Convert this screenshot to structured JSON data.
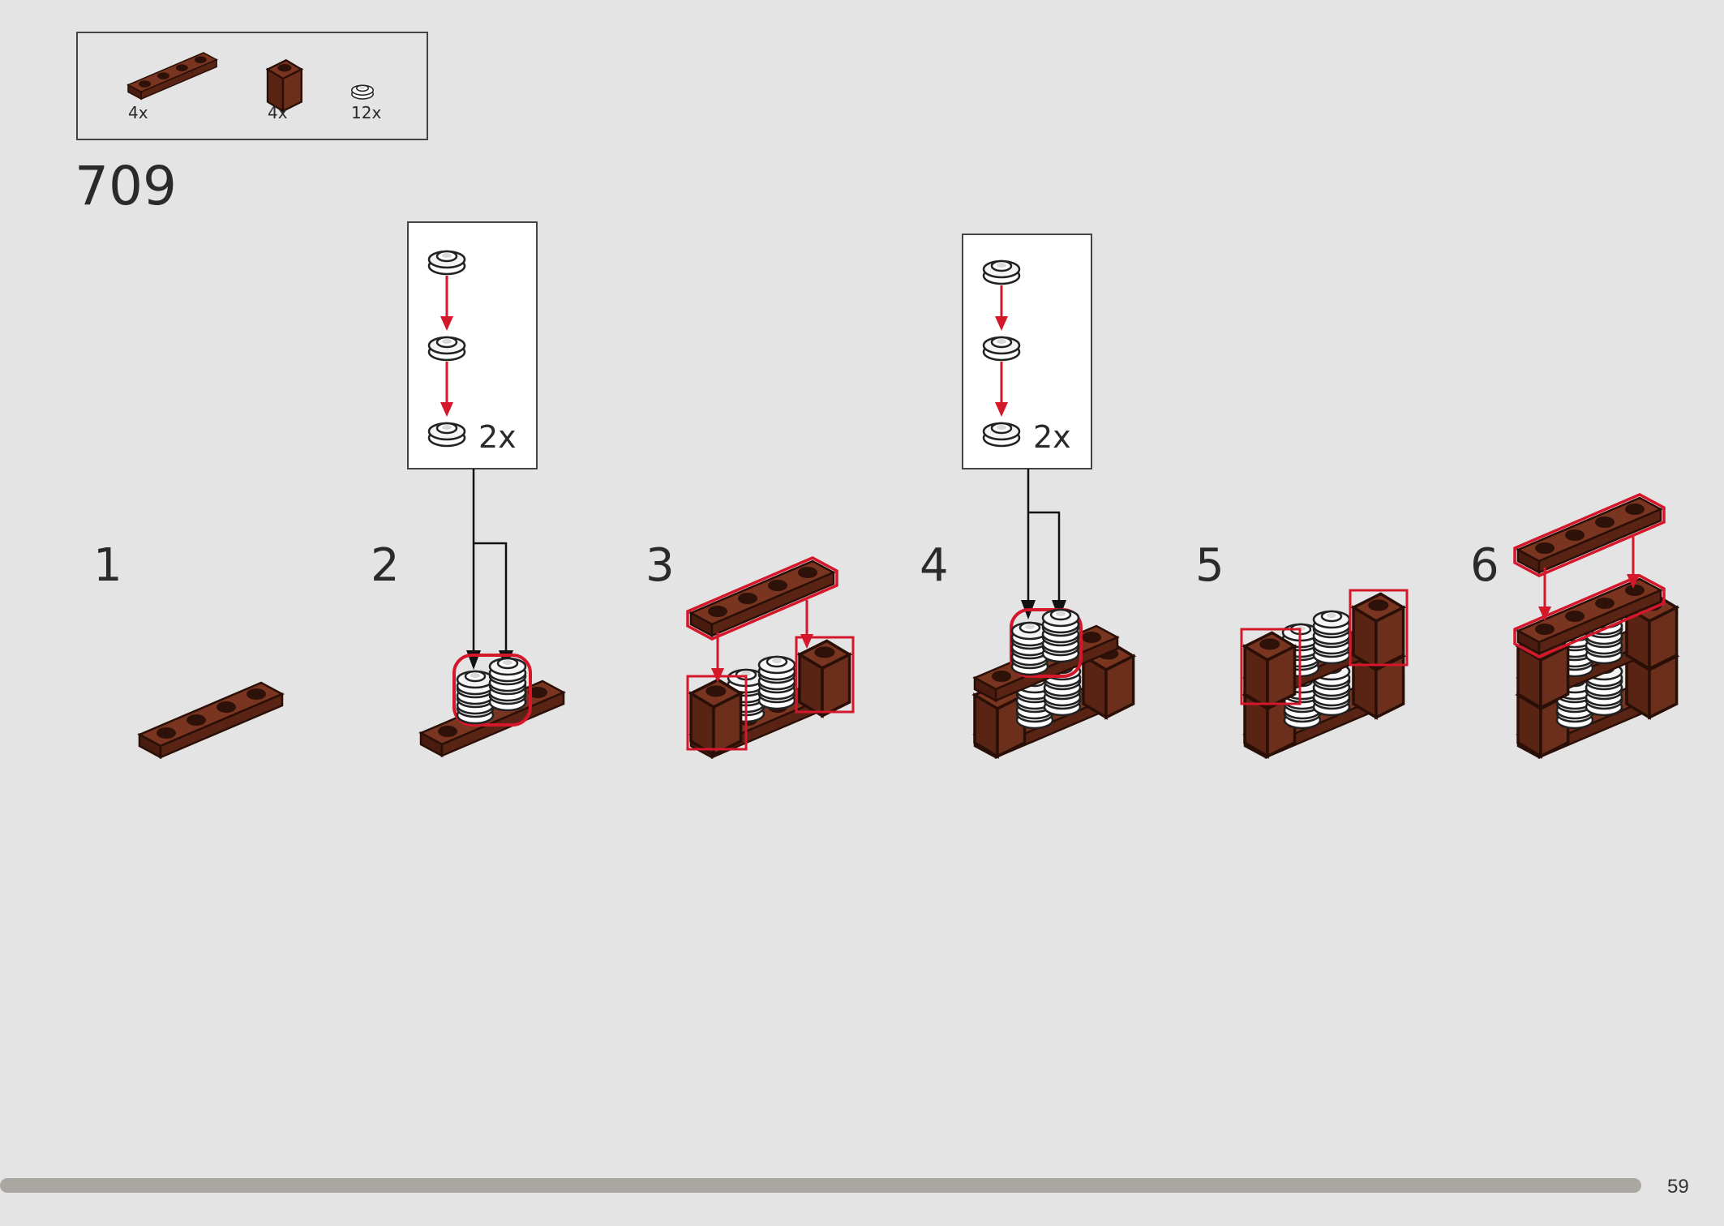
{
  "parts_list": [
    {
      "name": "dark-brown-plate-1x4",
      "qty": "4x"
    },
    {
      "name": "dark-brown-brick-1x1",
      "qty": "4x"
    },
    {
      "name": "white-round-plate-1x1",
      "qty": "12x"
    }
  ],
  "step_group_number": "709",
  "callouts": [
    {
      "multiplier": "2x"
    },
    {
      "multiplier": "2x"
    }
  ],
  "steps": [
    {
      "number": "1"
    },
    {
      "number": "2"
    },
    {
      "number": "3"
    },
    {
      "number": "4"
    },
    {
      "number": "5"
    },
    {
      "number": "6"
    }
  ],
  "page_number": "59",
  "colors": {
    "background": "#e4e4e4",
    "brick_brown": "#6b2f1c",
    "brick_dark": "#3f170d",
    "highlight_red": "#d4172a",
    "progress_bar": "#aaa7a3"
  }
}
